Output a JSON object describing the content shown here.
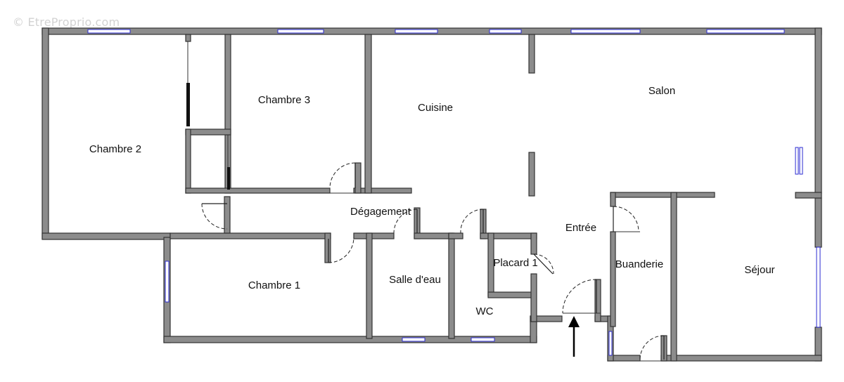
{
  "watermark": "© EtreProprio.com",
  "rooms": {
    "chambre2": "Chambre 2",
    "chambre3": "Chambre 3",
    "cuisine": "Cuisine",
    "salon": "Salon",
    "degagement": "Dégagement",
    "entree": "Entrée",
    "chambre1": "Chambre 1",
    "salle_eau": "Salle d'eau",
    "placard1": "Placard 1",
    "wc": "WC",
    "buanderie": "Buanderie",
    "sejour": "Séjour"
  }
}
